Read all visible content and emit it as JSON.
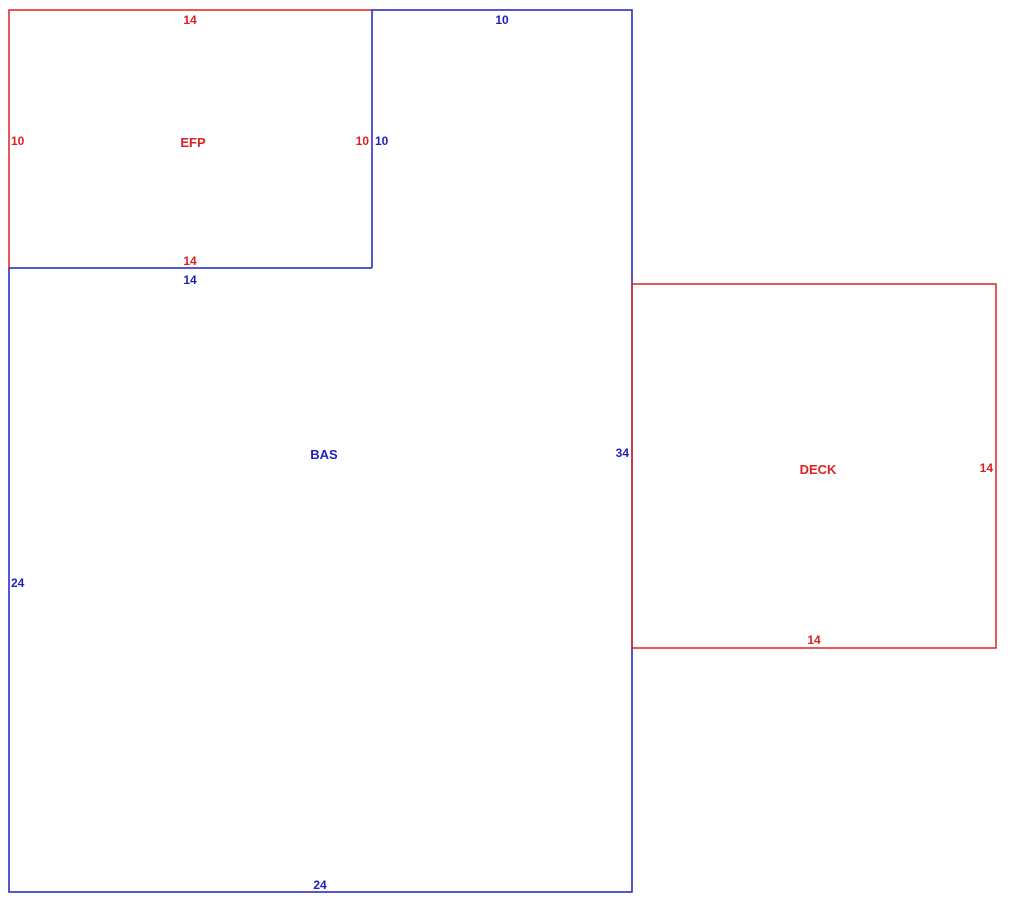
{
  "colors": {
    "bas": "#1f1fbf",
    "efp": "#e02020",
    "deck": "#e02020",
    "background": "#ffffff"
  },
  "areas": {
    "bas": {
      "label": "BAS",
      "dims": {
        "top": "10",
        "efp_side": "10",
        "efp_bottom": "14",
        "right": "34",
        "left": "24",
        "bottom": "24"
      }
    },
    "efp": {
      "label": "EFP",
      "dims": {
        "top": "14",
        "left": "10",
        "right": "10",
        "bottom": "14"
      }
    },
    "deck": {
      "label": "DECK",
      "dims": {
        "right": "14",
        "bottom": "14"
      }
    }
  }
}
